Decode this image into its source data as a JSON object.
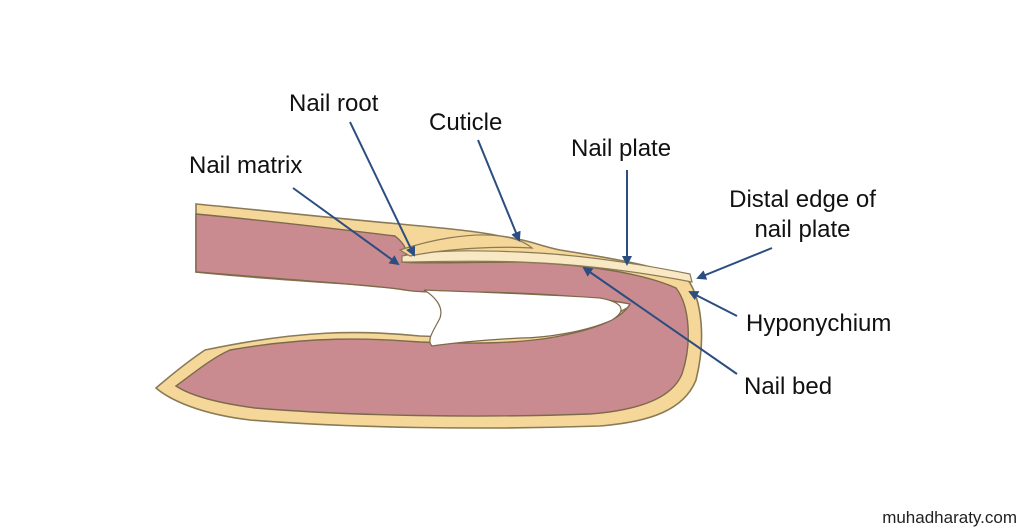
{
  "diagram": {
    "labels": {
      "nail_root": "Nail root",
      "cuticle": "Cuticle",
      "nail_matrix": "Nail matrix",
      "nail_plate": "Nail plate",
      "distal_edge_line1": "Distal edge of",
      "distal_edge_line2": "nail plate",
      "hyponychium": "Hyponychium",
      "nail_bed": "Nail bed"
    },
    "colors": {
      "tissue": "#c98b8f",
      "tissue_outline": "#7d6a4a",
      "skin_layer": "#f5d79a",
      "skin_outline": "#8a7a55",
      "nail_plate": "#f9e8c4",
      "arrow": "#2b4d80"
    }
  },
  "watermark": "muhadharaty.com"
}
